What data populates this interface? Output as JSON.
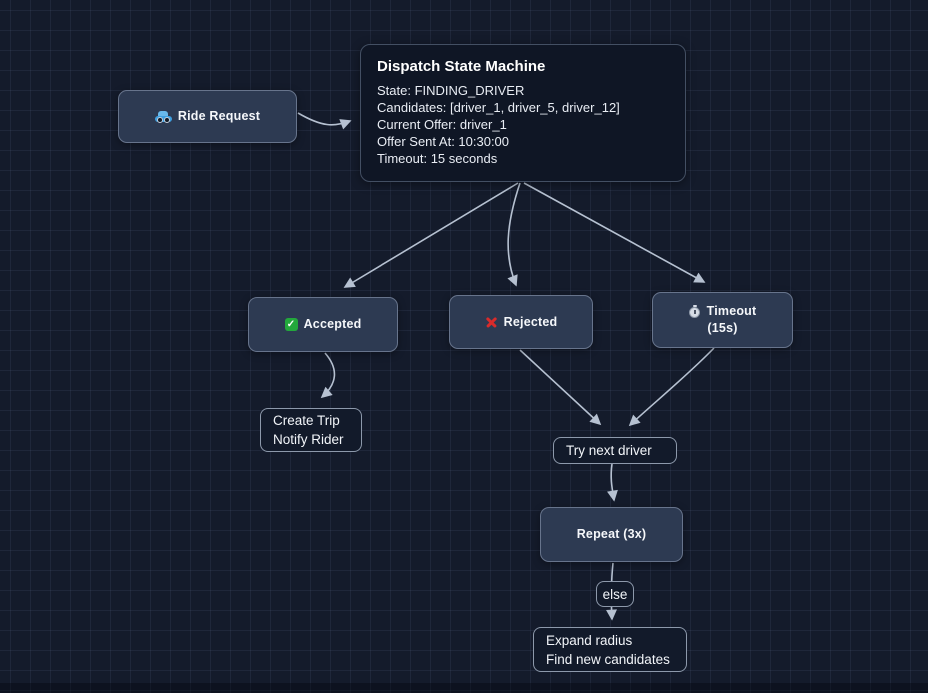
{
  "canvas": {
    "background": "#141b2b",
    "grid_color": "rgba(125,145,185,0.10)",
    "arrow_color": "#b6c1d1"
  },
  "nodes": {
    "ride_request": {
      "label": "Ride Request",
      "icon": "car-icon"
    },
    "dispatch": {
      "title": "Dispatch State Machine",
      "lines": [
        "State: FINDING_DRIVER",
        "Candidates: [driver_1, driver_5, driver_12]",
        "Current Offer: driver_1",
        "Offer Sent At: 10:30:00",
        "Timeout: 15 seconds"
      ]
    },
    "accepted": {
      "label": "Accepted",
      "icon": "check-icon",
      "icon_glyph": "✓",
      "icon_color": "#23a83c"
    },
    "rejected": {
      "label": "Rejected",
      "icon": "x-icon",
      "icon_color": "#d92b2b"
    },
    "timeout": {
      "label": "Timeout",
      "sublabel": "(15s)",
      "icon": "stopwatch-icon"
    },
    "create_trip": {
      "lines": [
        "Create Trip",
        "Notify Rider"
      ]
    },
    "try_next_driver": {
      "label": "Try next driver"
    },
    "repeat": {
      "label": "Repeat (3x)"
    },
    "else_badge": {
      "label": "else"
    },
    "expand_radius": {
      "lines": [
        "Expand radius",
        "Find new candidates"
      ]
    }
  }
}
